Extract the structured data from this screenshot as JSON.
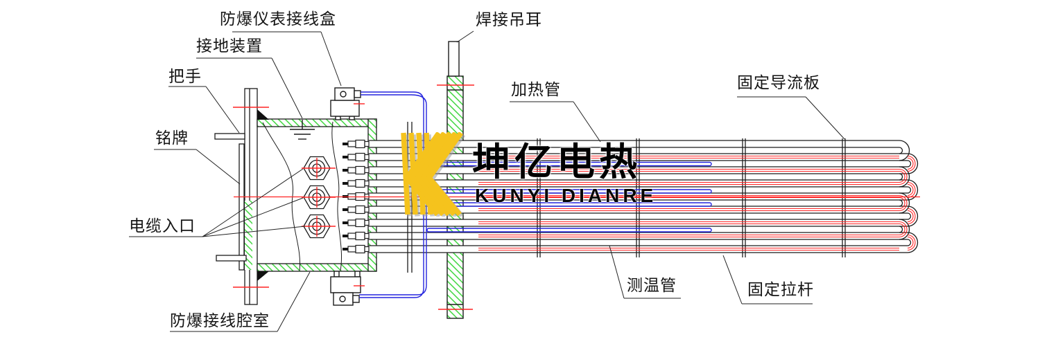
{
  "brand": {
    "cjk_name": "坤亿电热",
    "latin_name": "KUNYI DIANRE"
  },
  "labels": {
    "instrument_junction_box": "防爆仪表接线盒",
    "grounding_device": "接地装置",
    "handle": "把手",
    "nameplate": "铭牌",
    "cable_entry": "电缆入口",
    "explosionproof_terminal_chamber": "防爆接线腔室",
    "welded_lifting_lug": "焊接吊耳",
    "heating_tube": "加热管",
    "fixed_baffle_plate": "固定导流板",
    "temperature_tube": "测温管",
    "fixed_tie_rod": "固定拉杆"
  },
  "colors": {
    "centerline_red": "#ff2222",
    "wire_blue": "#2323dd",
    "hatch_green": "#2fd32f",
    "brand_yellow": "#f5c31d",
    "line_black": "#1b1b1b"
  }
}
